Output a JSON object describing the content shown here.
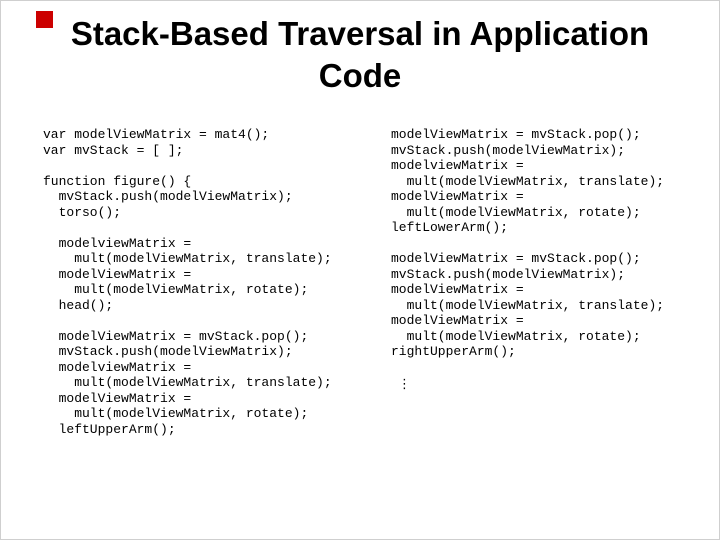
{
  "slide": {
    "title_lines": [
      "Stack-Based Traversal in Application",
      "Code"
    ],
    "accent_color": "#cc0000",
    "background_color": "#ffffff",
    "text_color": "#000000",
    "left_code": [
      "var modelViewMatrix = mat4();",
      "var mvStack = [ ];",
      "",
      "function figure() {",
      "  mvStack.push(modelViewMatrix);",
      "  torso();",
      "",
      "  modelviewMatrix =",
      "    mult(modelViewMatrix, translate);",
      "  modelViewMatrix =",
      "    mult(modelViewMatrix, rotate);",
      "  head();",
      "",
      "  modelViewMatrix = mvStack.pop();",
      "  mvStack.push(modelViewMatrix);",
      "  modelviewMatrix =",
      "    mult(modelViewMatrix, translate);",
      "  modelViewMatrix =",
      "    mult(modelViewMatrix, rotate);",
      "  leftUpperArm();"
    ],
    "right_code": [
      "modelViewMatrix = mvStack.pop();",
      "mvStack.push(modelViewMatrix);",
      "modelviewMatrix =",
      "  mult(modelViewMatrix, translate);",
      "modelViewMatrix =",
      "  mult(modelViewMatrix, rotate);",
      "leftLowerArm();",
      "",
      "modelViewMatrix = mvStack.pop();",
      "mvStack.push(modelViewMatrix);",
      "modelViewMatrix =",
      "  mult(modelViewMatrix, translate);",
      "modelViewMatrix =",
      "  mult(modelViewMatrix, rotate);",
      "rightUpperArm();"
    ],
    "ellipsis": "⋮"
  }
}
